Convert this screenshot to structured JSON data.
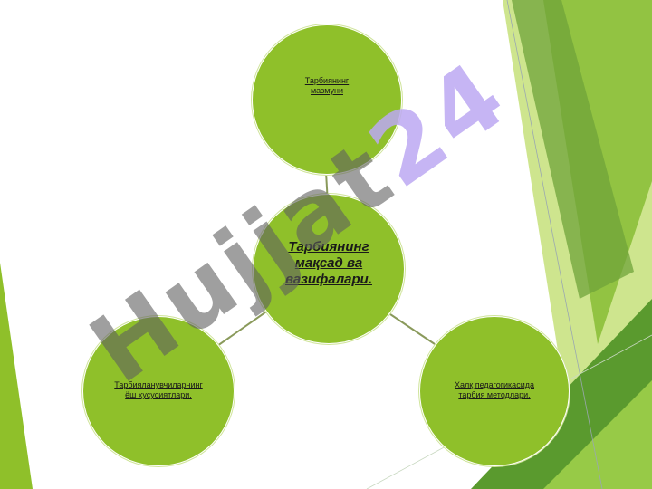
{
  "colors": {
    "circle_fill": "#8fc02a",
    "decor_light": "#c6e07a",
    "decor_mid": "#8cbf3a",
    "decor_dark": "#5a9a2e",
    "connector": "#8a9a5b",
    "watermark_gray": "#5f5f5f",
    "watermark_accent": "#bca8f2"
  },
  "diagram": {
    "center": {
      "line1": "Тарбиянинг",
      "line2": "мақсад ва",
      "line3": "вазифалари."
    },
    "top": {
      "line1": "Тарбиянинг",
      "line2": "мазмуни"
    },
    "left": {
      "line1": "Тарбияланувчиларнинг",
      "line2": "ёш хусусиятлари."
    },
    "right": {
      "line1": "Халқ педагогикасида",
      "line2": "тарбия методлари."
    }
  },
  "watermark": {
    "main": "Hujjat",
    "accent": "24"
  }
}
